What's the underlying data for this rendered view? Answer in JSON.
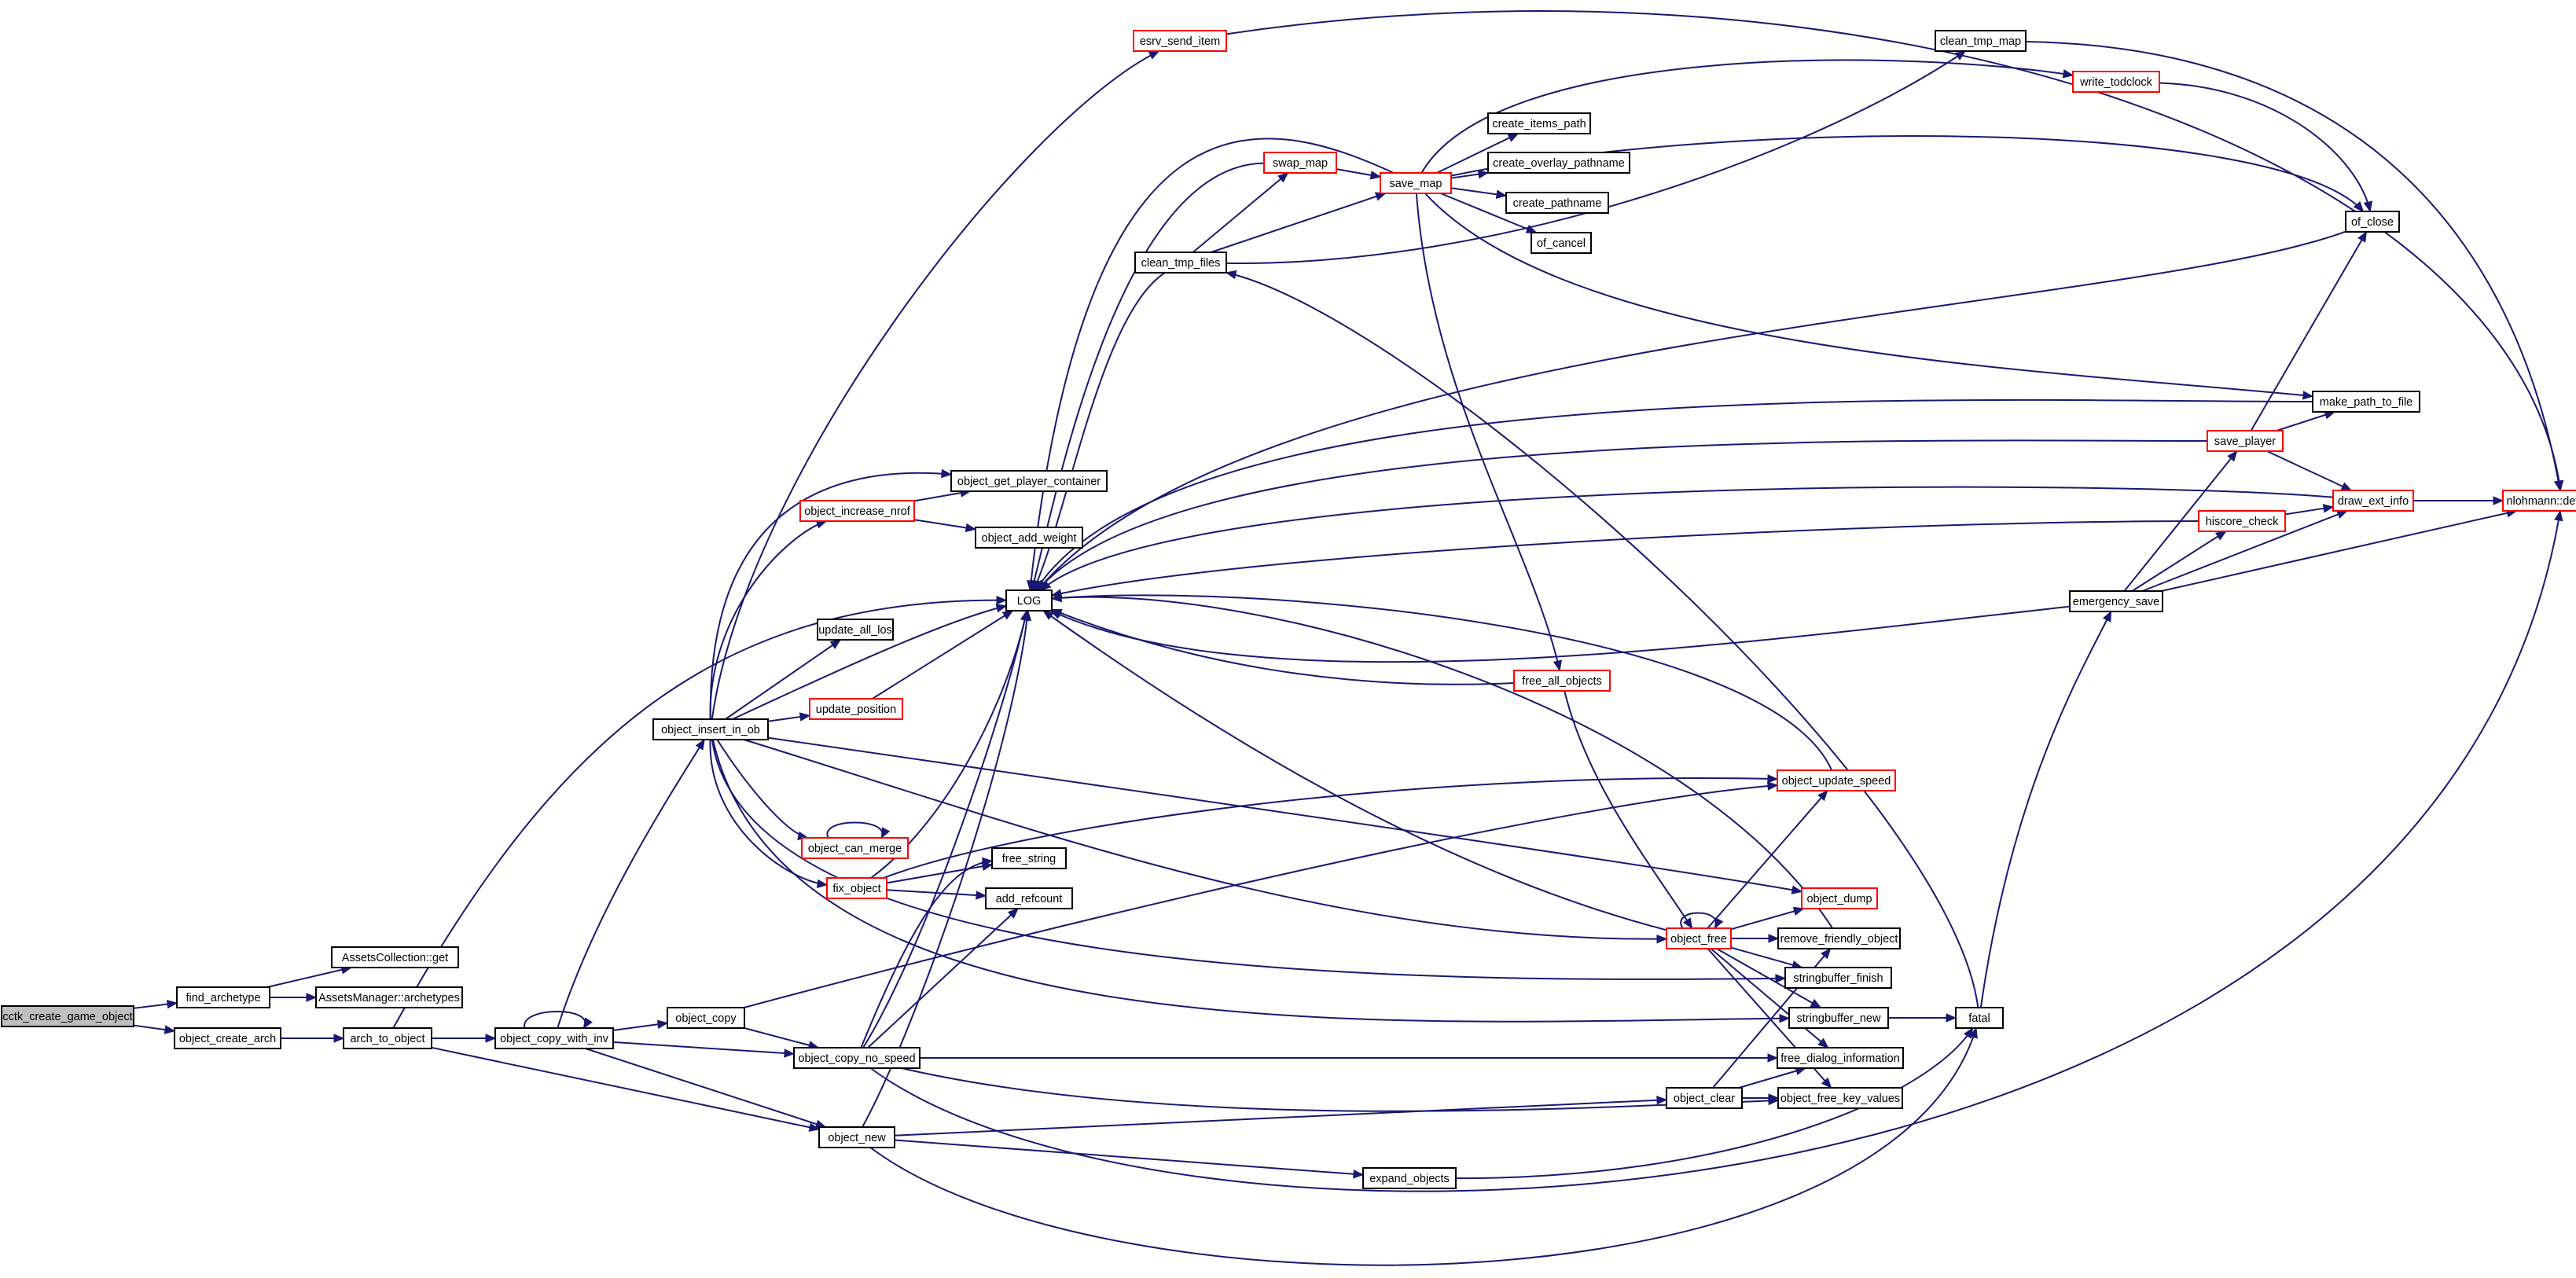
{
  "colors": {
    "edge": "#191970",
    "node_border": "#000000",
    "link_border": "#ff0000",
    "root_fill": "#bfbfbf",
    "background": "#ffffff"
  },
  "nodes": [
    {
      "id": "cctk_create_game_object",
      "label": "cctk_create_game_object",
      "style": "root"
    },
    {
      "id": "find_archetype",
      "label": "find_archetype",
      "style": "plain"
    },
    {
      "id": "object_create_arch",
      "label": "object_create_arch",
      "style": "plain"
    },
    {
      "id": "AssetsCollection_get",
      "label": "AssetsCollection::get",
      "style": "plain"
    },
    {
      "id": "AssetsManager_archetypes",
      "label": "AssetsManager::archetypes",
      "style": "plain"
    },
    {
      "id": "arch_to_object",
      "label": "arch_to_object",
      "style": "plain"
    },
    {
      "id": "object_copy_with_inv",
      "label": "object_copy_with_inv",
      "style": "plain"
    },
    {
      "id": "object_copy",
      "label": "object_copy",
      "style": "plain"
    },
    {
      "id": "object_copy_no_speed",
      "label": "object_copy_no_speed",
      "style": "plain"
    },
    {
      "id": "object_new",
      "label": "object_new",
      "style": "plain"
    },
    {
      "id": "object_insert_in_ob",
      "label": "object_insert_in_ob",
      "style": "plain"
    },
    {
      "id": "esrv_send_item",
      "label": "esrv_send_item",
      "style": "red"
    },
    {
      "id": "object_increase_nrof",
      "label": "object_increase_nrof",
      "style": "red"
    },
    {
      "id": "object_get_player_container",
      "label": "object_get_player_container",
      "style": "plain"
    },
    {
      "id": "object_add_weight",
      "label": "object_add_weight",
      "style": "plain"
    },
    {
      "id": "LOG",
      "label": "LOG",
      "style": "plain"
    },
    {
      "id": "update_all_los",
      "label": "update_all_los",
      "style": "plain"
    },
    {
      "id": "update_position",
      "label": "update_position",
      "style": "red"
    },
    {
      "id": "object_can_merge",
      "label": "object_can_merge",
      "style": "red"
    },
    {
      "id": "fix_object",
      "label": "fix_object",
      "style": "red"
    },
    {
      "id": "free_string",
      "label": "free_string",
      "style": "plain"
    },
    {
      "id": "add_refcount",
      "label": "add_refcount",
      "style": "plain"
    },
    {
      "id": "clean_tmp_files",
      "label": "clean_tmp_files",
      "style": "plain"
    },
    {
      "id": "swap_map",
      "label": "swap_map",
      "style": "red"
    },
    {
      "id": "save_map",
      "label": "save_map",
      "style": "red"
    },
    {
      "id": "create_items_path",
      "label": "create_items_path",
      "style": "plain"
    },
    {
      "id": "create_overlay_pathname",
      "label": "create_overlay_pathname",
      "style": "plain"
    },
    {
      "id": "create_pathname",
      "label": "create_pathname",
      "style": "plain"
    },
    {
      "id": "of_cancel",
      "label": "of_cancel",
      "style": "plain"
    },
    {
      "id": "clean_tmp_map",
      "label": "clean_tmp_map",
      "style": "plain"
    },
    {
      "id": "write_todclock",
      "label": "write_todclock",
      "style": "red"
    },
    {
      "id": "of_close",
      "label": "of_close",
      "style": "plain"
    },
    {
      "id": "make_path_to_file",
      "label": "make_path_to_file",
      "style": "plain"
    },
    {
      "id": "save_player",
      "label": "save_player",
      "style": "red"
    },
    {
      "id": "hiscore_check",
      "label": "hiscore_check",
      "style": "red"
    },
    {
      "id": "draw_ext_info",
      "label": "draw_ext_info",
      "style": "red"
    },
    {
      "id": "nlohmann_void",
      "label": "nlohmann::detail::void",
      "style": "red"
    },
    {
      "id": "emergency_save",
      "label": "emergency_save",
      "style": "plain"
    },
    {
      "id": "free_all_objects",
      "label": "free_all_objects",
      "style": "red"
    },
    {
      "id": "object_update_speed",
      "label": "object_update_speed",
      "style": "red"
    },
    {
      "id": "object_dump",
      "label": "object_dump",
      "style": "red"
    },
    {
      "id": "object_free",
      "label": "object_free",
      "style": "red"
    },
    {
      "id": "remove_friendly_object",
      "label": "remove_friendly_object",
      "style": "plain"
    },
    {
      "id": "stringbuffer_finish",
      "label": "stringbuffer_finish",
      "style": "plain"
    },
    {
      "id": "stringbuffer_new",
      "label": "stringbuffer_new",
      "style": "plain"
    },
    {
      "id": "fatal",
      "label": "fatal",
      "style": "plain"
    },
    {
      "id": "free_dialog_information",
      "label": "free_dialog_information",
      "style": "plain"
    },
    {
      "id": "object_clear",
      "label": "object_clear",
      "style": "plain"
    },
    {
      "id": "object_free_key_values",
      "label": "object_free_key_values",
      "style": "plain"
    },
    {
      "id": "expand_objects",
      "label": "expand_objects",
      "style": "plain"
    }
  ],
  "edges": [
    [
      "cctk_create_game_object",
      "find_archetype"
    ],
    [
      "cctk_create_game_object",
      "object_create_arch"
    ],
    [
      "find_archetype",
      "AssetsCollection_get"
    ],
    [
      "find_archetype",
      "AssetsManager_archetypes"
    ],
    [
      "object_create_arch",
      "arch_to_object"
    ],
    [
      "arch_to_object",
      "LOG"
    ],
    [
      "arch_to_object",
      "object_copy_with_inv"
    ],
    [
      "arch_to_object",
      "object_new"
    ],
    [
      "object_copy_with_inv",
      "object_copy_with_inv"
    ],
    [
      "object_copy_with_inv",
      "object_copy"
    ],
    [
      "object_copy_with_inv",
      "object_copy_no_speed"
    ],
    [
      "object_copy_with_inv",
      "object_new"
    ],
    [
      "object_copy_with_inv",
      "object_insert_in_ob"
    ],
    [
      "object_copy",
      "object_copy_no_speed"
    ],
    [
      "object_copy",
      "object_update_speed"
    ],
    [
      "object_copy_no_speed",
      "LOG"
    ],
    [
      "object_copy_no_speed",
      "free_string"
    ],
    [
      "object_copy_no_speed",
      "add_refcount"
    ],
    [
      "object_copy_no_speed",
      "free_dialog_information"
    ],
    [
      "object_copy_no_speed",
      "object_free_key_values"
    ],
    [
      "object_copy_no_speed",
      "nlohmann_void"
    ],
    [
      "object_new",
      "LOG"
    ],
    [
      "object_new",
      "object_clear"
    ],
    [
      "object_new",
      "expand_objects"
    ],
    [
      "object_new",
      "fatal"
    ],
    [
      "object_insert_in_ob",
      "esrv_send_item"
    ],
    [
      "object_insert_in_ob",
      "object_get_player_container"
    ],
    [
      "object_insert_in_ob",
      "object_increase_nrof"
    ],
    [
      "object_insert_in_ob",
      "LOG"
    ],
    [
      "object_insert_in_ob",
      "update_all_los"
    ],
    [
      "object_insert_in_ob",
      "update_position"
    ],
    [
      "object_insert_in_ob",
      "object_can_merge"
    ],
    [
      "object_insert_in_ob",
      "fix_object"
    ],
    [
      "object_insert_in_ob",
      "object_free"
    ],
    [
      "object_insert_in_ob",
      "object_dump"
    ],
    [
      "object_insert_in_ob",
      "stringbuffer_finish"
    ],
    [
      "object_insert_in_ob",
      "stringbuffer_new"
    ],
    [
      "object_increase_nrof",
      "object_get_player_container"
    ],
    [
      "object_increase_nrof",
      "object_add_weight"
    ],
    [
      "update_position",
      "LOG"
    ],
    [
      "object_can_merge",
      "object_can_merge"
    ],
    [
      "fix_object",
      "LOG"
    ],
    [
      "fix_object",
      "free_string"
    ],
    [
      "fix_object",
      "add_refcount"
    ],
    [
      "fix_object",
      "object_update_speed"
    ],
    [
      "esrv_send_item",
      "nlohmann_void"
    ],
    [
      "clean_tmp_files",
      "swap_map"
    ],
    [
      "clean_tmp_files",
      "save_map"
    ],
    [
      "clean_tmp_files",
      "clean_tmp_map"
    ],
    [
      "clean_tmp_files",
      "LOG"
    ],
    [
      "swap_map",
      "save_map"
    ],
    [
      "swap_map",
      "LOG"
    ],
    [
      "save_map",
      "create_items_path"
    ],
    [
      "save_map",
      "create_overlay_pathname"
    ],
    [
      "save_map",
      "create_pathname"
    ],
    [
      "save_map",
      "of_cancel"
    ],
    [
      "save_map",
      "write_todclock"
    ],
    [
      "save_map",
      "of_close"
    ],
    [
      "save_map",
      "make_path_to_file"
    ],
    [
      "save_map",
      "free_all_objects"
    ],
    [
      "save_map",
      "LOG"
    ],
    [
      "clean_tmp_map",
      "nlohmann_void"
    ],
    [
      "write_todclock",
      "of_close"
    ],
    [
      "of_close",
      "LOG"
    ],
    [
      "make_path_to_file",
      "LOG"
    ],
    [
      "save_player",
      "LOG"
    ],
    [
      "save_player",
      "make_path_to_file"
    ],
    [
      "save_player",
      "of_close"
    ],
    [
      "save_player",
      "draw_ext_info"
    ],
    [
      "hiscore_check",
      "LOG"
    ],
    [
      "hiscore_check",
      "draw_ext_info"
    ],
    [
      "draw_ext_info",
      "nlohmann_void"
    ],
    [
      "draw_ext_info",
      "LOG"
    ],
    [
      "emergency_save",
      "save_player"
    ],
    [
      "emergency_save",
      "hiscore_check"
    ],
    [
      "emergency_save",
      "draw_ext_info"
    ],
    [
      "emergency_save",
      "nlohmann_void"
    ],
    [
      "emergency_save",
      "LOG"
    ],
    [
      "fatal",
      "emergency_save"
    ],
    [
      "fatal",
      "clean_tmp_files"
    ],
    [
      "free_all_objects",
      "LOG"
    ],
    [
      "free_all_objects",
      "object_free"
    ],
    [
      "object_update_speed",
      "LOG"
    ],
    [
      "object_free",
      "object_free"
    ],
    [
      "object_free",
      "LOG"
    ],
    [
      "object_free",
      "object_update_speed"
    ],
    [
      "object_free",
      "object_dump"
    ],
    [
      "object_free",
      "remove_friendly_object"
    ],
    [
      "object_free",
      "stringbuffer_finish"
    ],
    [
      "object_free",
      "stringbuffer_new"
    ],
    [
      "object_free",
      "free_dialog_information"
    ],
    [
      "object_free",
      "object_free_key_values"
    ],
    [
      "remove_friendly_object",
      "LOG"
    ],
    [
      "stringbuffer_new",
      "fatal"
    ],
    [
      "object_clear",
      "free_dialog_information"
    ],
    [
      "object_clear",
      "object_free_key_values"
    ],
    [
      "object_clear",
      "remove_friendly_object"
    ],
    [
      "expand_objects",
      "fatal"
    ]
  ]
}
